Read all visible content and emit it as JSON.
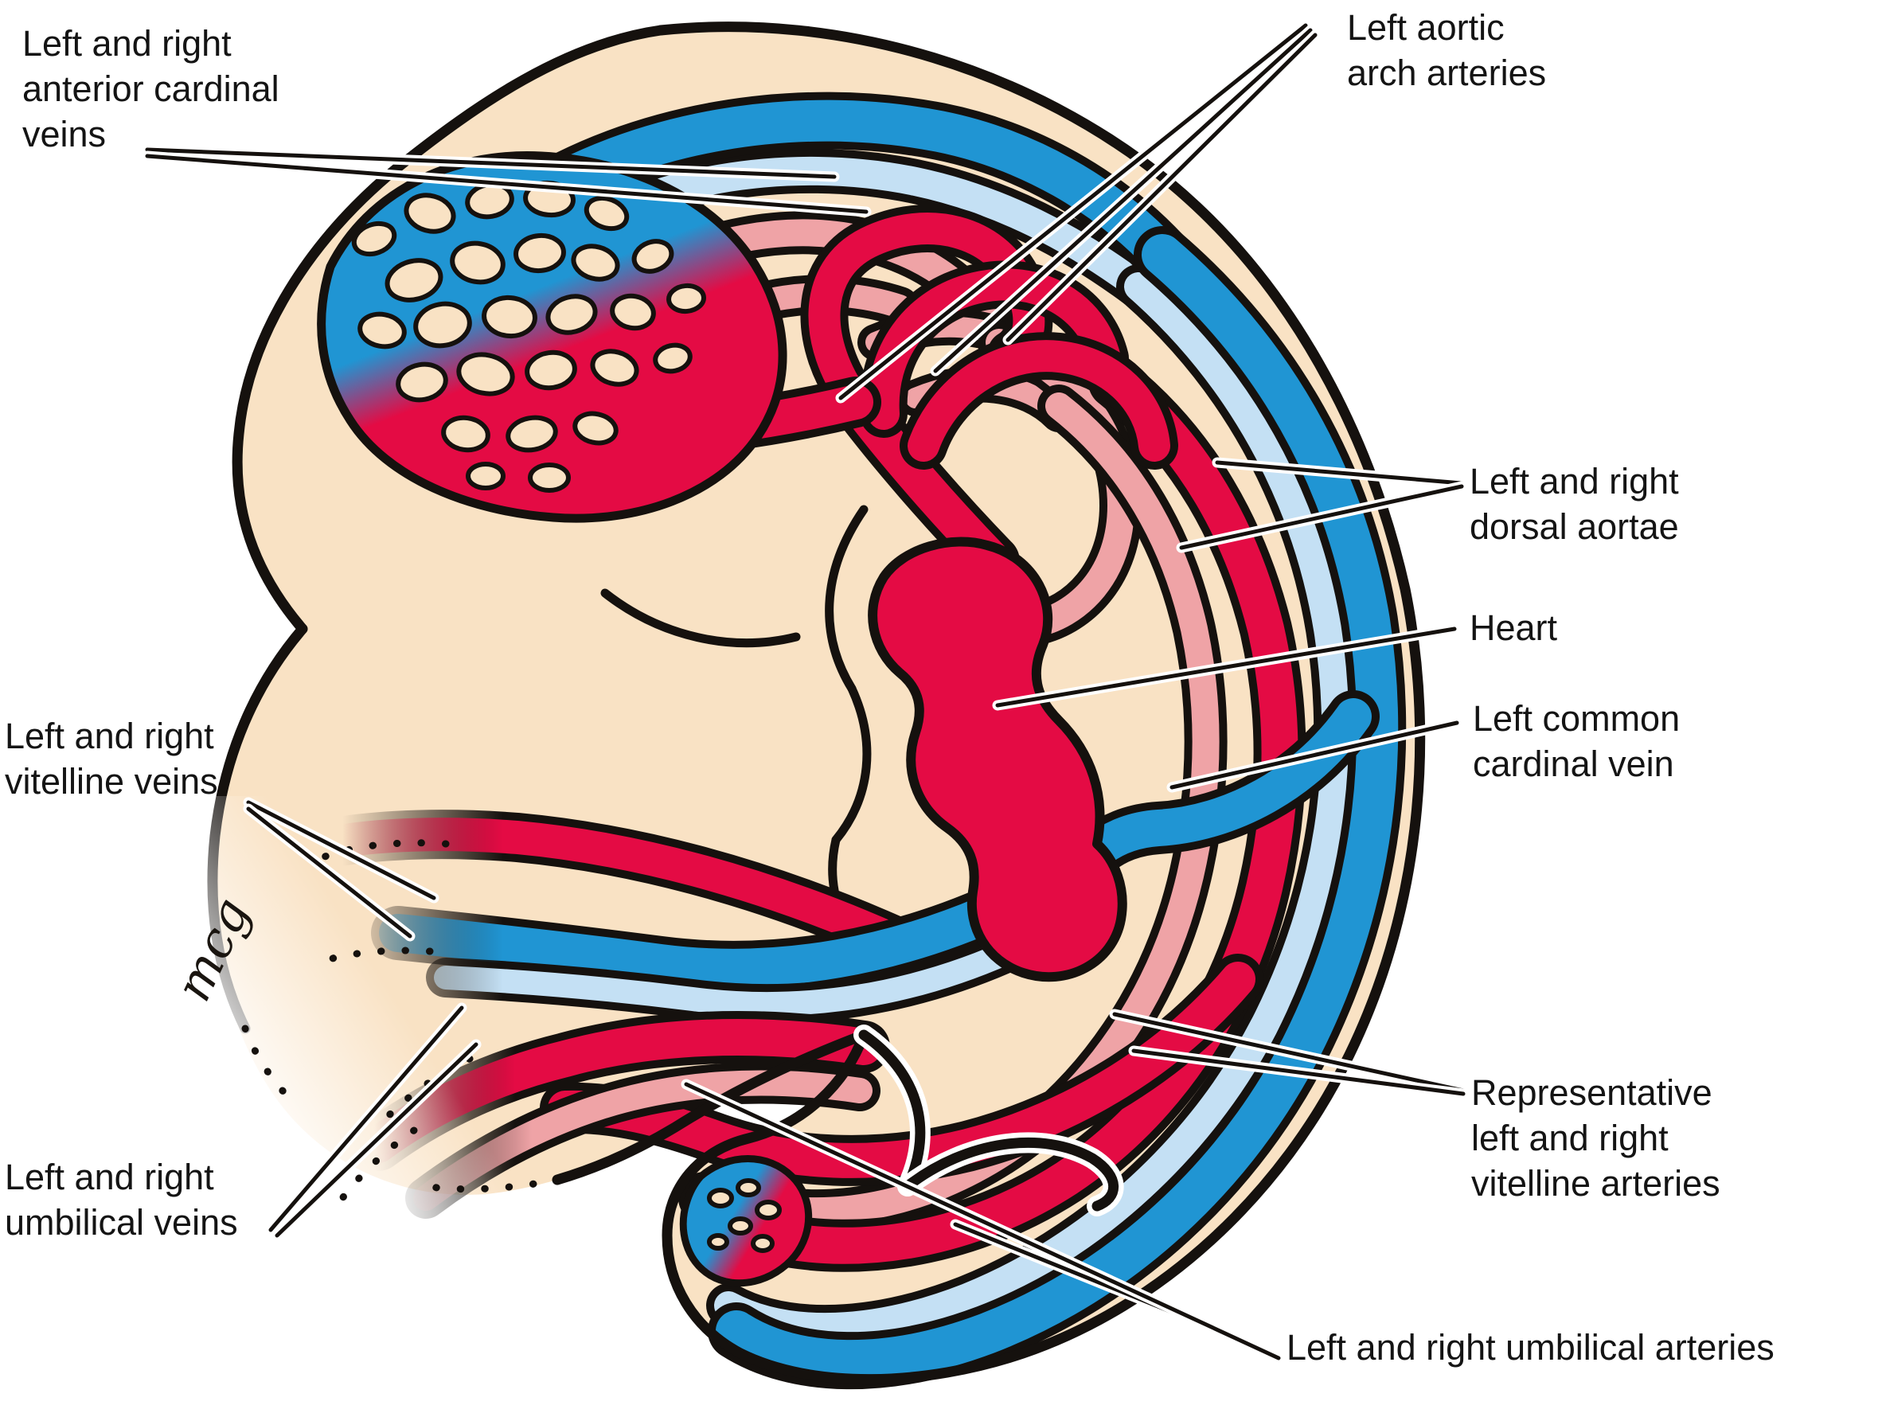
{
  "figure": {
    "title_domain": "embryonic cardiovascular system diagram",
    "signature": "mcg",
    "labels": {
      "anterior_cardinal_veins": "Left and right\nanterior cardinal\nveins",
      "aortic_arch_arteries": "Left aortic\narch arteries",
      "dorsal_aortae": "Left and right\ndorsal aortae",
      "heart": "Heart",
      "common_cardinal_vein": "Left common\ncardinal vein",
      "vitelline_veins": "Left and right\nvitelline veins",
      "umbilical_veins": "Left and right\numbilical veins",
      "vitelline_arteries": "Representative\nleft and right\nvitelline arteries",
      "umbilical_arteries": "Left and right umbilical arteries"
    },
    "colors": {
      "artery_red": "#e40b44",
      "vein_blue": "#2095d3",
      "vein_light_blue": "#c4e0f4",
      "aorta_pink": "#efa3a6",
      "body_skin": "#f9e2c4",
      "outline_black": "#15110e",
      "label_text": "#141414"
    }
  }
}
